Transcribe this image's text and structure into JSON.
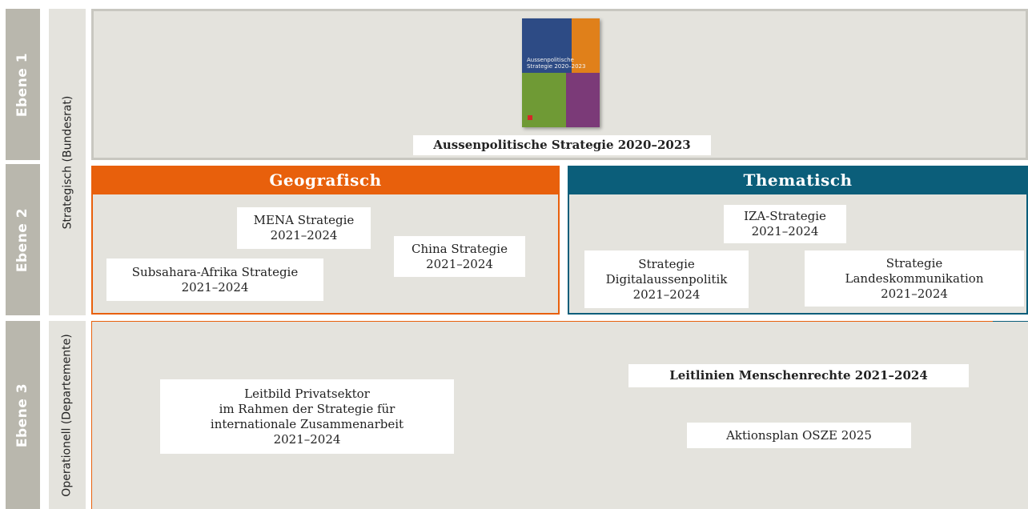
{
  "levels": [
    "Ebene 1",
    "Ebene 2",
    "Ebene 3"
  ],
  "side_labels": {
    "strategic": "Strategisch (Bundesrat)",
    "operational": "Operationell (Departemente)"
  },
  "level1": {
    "cover_title_lines": [
      "Aussenpolitische",
      "Strategie 2020–2023"
    ],
    "caption": "Aussenpolitische Strategie 2020–2023"
  },
  "level2": {
    "geografisch": {
      "title": "Geografisch",
      "color": "#e8600c",
      "items": [
        {
          "lines": [
            "MENA Strategie",
            "2021–2024"
          ]
        },
        {
          "lines": [
            "China Strategie",
            "2021–2024"
          ]
        },
        {
          "lines": [
            "Subsahara-Afrika Strategie",
            "2021–2024"
          ]
        }
      ]
    },
    "thematisch": {
      "title": "Thematisch",
      "color": "#0b5e7a",
      "items": [
        {
          "lines": [
            "IZA-Strategie",
            "2021–2024"
          ]
        },
        {
          "lines": [
            "Strategie",
            "Digitalaussenpolitik",
            "2021–2024"
          ]
        },
        {
          "lines": [
            "Strategie",
            "Landeskommunikation",
            "2021–2024"
          ]
        }
      ]
    }
  },
  "level3": {
    "items": [
      {
        "lines": [
          "Leitbild Privatsektor",
          "im Rahmen der Strategie für",
          "internationale Zusammenarbeit",
          "2021–2024"
        ]
      },
      {
        "lines": [
          "Leitlinien Menschenrechte 2021–2024"
        ]
      },
      {
        "lines": [
          "Aktionsplan OSZE 2025"
        ]
      }
    ]
  }
}
